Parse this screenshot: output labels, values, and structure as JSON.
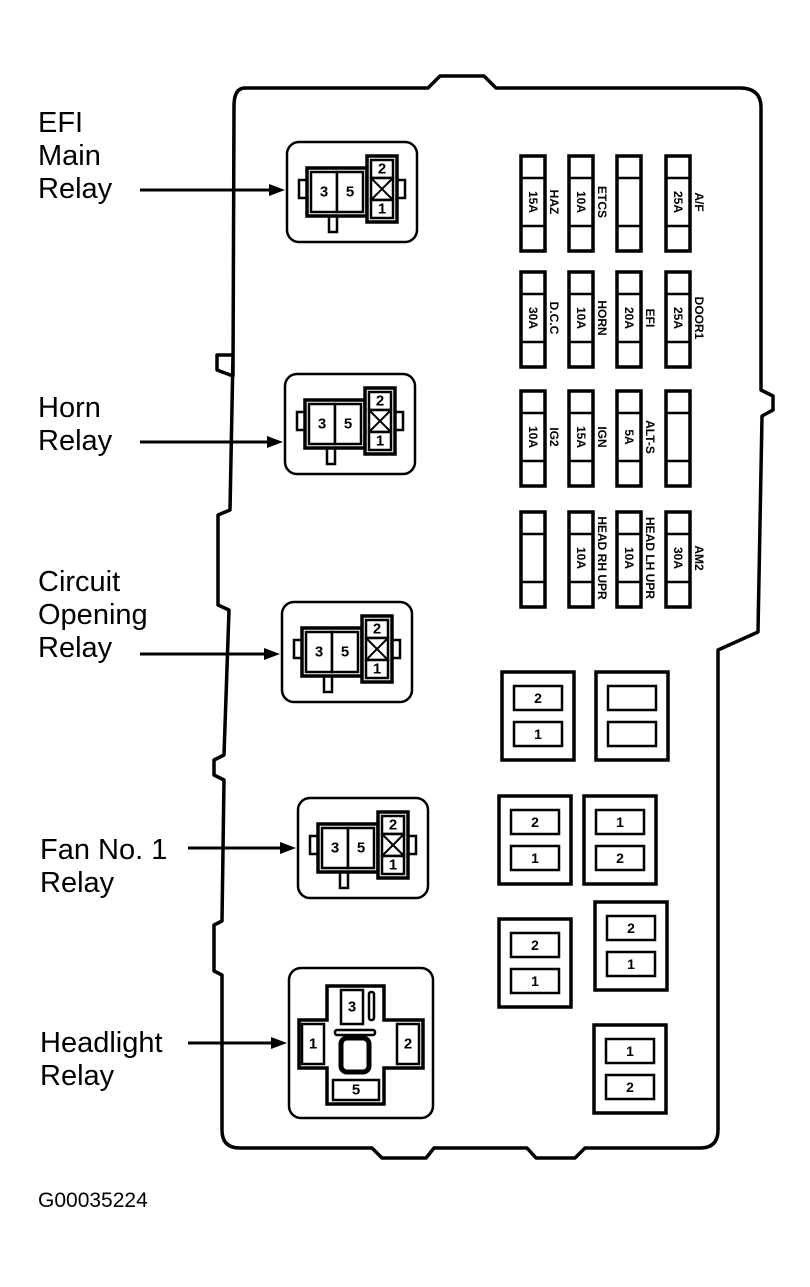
{
  "diagram": {
    "title": "Engine Compartment Fuse & Relay Box",
    "figure_id": "G00035224",
    "callouts": [
      {
        "id": "efi-main-relay",
        "lines": [
          "EFI",
          "Main",
          "Relay"
        ]
      },
      {
        "id": "horn-relay",
        "lines": [
          "Horn",
          "Relay"
        ]
      },
      {
        "id": "circuit-opening-relay",
        "lines": [
          "Circuit",
          "Opening",
          "Relay"
        ]
      },
      {
        "id": "fan-no1-relay",
        "lines": [
          "Fan No. 1",
          "Relay"
        ]
      },
      {
        "id": "headlight-relay",
        "lines": [
          "Headlight",
          "Relay"
        ]
      }
    ],
    "relay_sockets_small": [
      {
        "id": "efi-main-relay",
        "terminals": [
          "3",
          "5",
          "2",
          "1"
        ]
      },
      {
        "id": "horn-relay",
        "terminals": [
          "3",
          "5",
          "2",
          "1"
        ]
      },
      {
        "id": "circuit-opening-relay",
        "terminals": [
          "3",
          "5",
          "2",
          "1"
        ]
      },
      {
        "id": "fan-no1-relay",
        "terminals": [
          "3",
          "5",
          "2",
          "1"
        ]
      }
    ],
    "relay_socket_large": {
      "id": "headlight-relay",
      "terminals": [
        "3",
        "1",
        "2",
        "5"
      ]
    },
    "fuse_rows": [
      [
        {
          "name": "HAZ",
          "rating": "15A"
        },
        {
          "name": "ETCS",
          "rating": "10A"
        },
        {
          "name": "",
          "rating": ""
        },
        {
          "name": "A/F",
          "rating": "25A"
        }
      ],
      [
        {
          "name": "D.C.C",
          "rating": "30A"
        },
        {
          "name": "HORN",
          "rating": "10A"
        },
        {
          "name": "EFI",
          "rating": "20A"
        },
        {
          "name": "DOOR1",
          "rating": "25A"
        }
      ],
      [
        {
          "name": "IG2",
          "rating": "10A"
        },
        {
          "name": "IGN",
          "rating": "15A"
        },
        {
          "name": "ALT-S",
          "rating": "5A"
        },
        {
          "name": "",
          "rating": ""
        }
      ],
      [
        {
          "name": "",
          "rating": ""
        },
        {
          "name": "HEAD RH UPR",
          "rating": "10A"
        },
        {
          "name": "HEAD LH UPR",
          "rating": "10A"
        },
        {
          "name": "AM2",
          "rating": "30A"
        }
      ]
    ],
    "two_pin_sockets": [
      {
        "pins": [
          "2",
          "1"
        ]
      },
      {
        "pins": [
          "",
          ""
        ]
      },
      {
        "pins": [
          "2",
          "1"
        ]
      },
      {
        "pins": [
          "1",
          "2"
        ]
      },
      {
        "pins": [
          "2",
          "1"
        ]
      },
      {
        "pins": [
          "2",
          "1"
        ]
      },
      {
        "pins": [
          "1",
          "2"
        ]
      }
    ]
  }
}
